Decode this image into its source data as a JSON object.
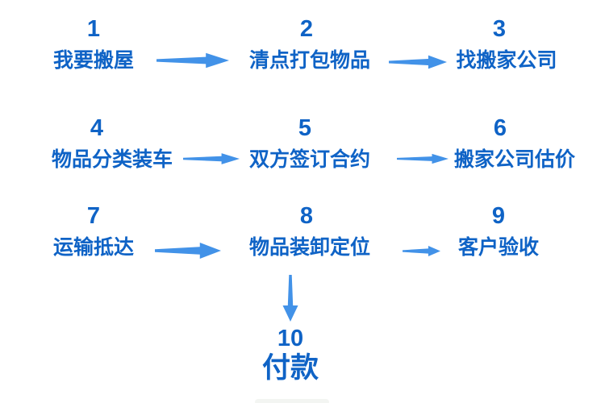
{
  "colors": {
    "background": "#ffffff",
    "step_text_blue": "#0f63c6",
    "arrow_blue": "#4292e8"
  },
  "steps": [
    {
      "number": "1",
      "label": "我要搬屋"
    },
    {
      "number": "2",
      "label": "清点打包物品"
    },
    {
      "number": "3",
      "label": "找搬家公司"
    },
    {
      "number": "4",
      "label": "物品分类装车"
    },
    {
      "number": "5",
      "label": "双方签订合约"
    },
    {
      "number": "6",
      "label": "搬家公司估价"
    },
    {
      "number": "7",
      "label": "运输抵达"
    },
    {
      "number": "8",
      "label": "物品装卸定位"
    },
    {
      "number": "9",
      "label": "客户验收"
    },
    {
      "number": "10",
      "label": "付款"
    }
  ],
  "connections": [
    {
      "from": "1",
      "to": "2",
      "direction": "right"
    },
    {
      "from": "2",
      "to": "3",
      "direction": "right"
    },
    {
      "from": "4",
      "to": "5",
      "direction": "right"
    },
    {
      "from": "5",
      "to": "6",
      "direction": "right"
    },
    {
      "from": "7",
      "to": "8",
      "direction": "right"
    },
    {
      "from": "8",
      "to": "9",
      "direction": "right"
    },
    {
      "from": "8",
      "to": "10",
      "direction": "down"
    }
  ]
}
